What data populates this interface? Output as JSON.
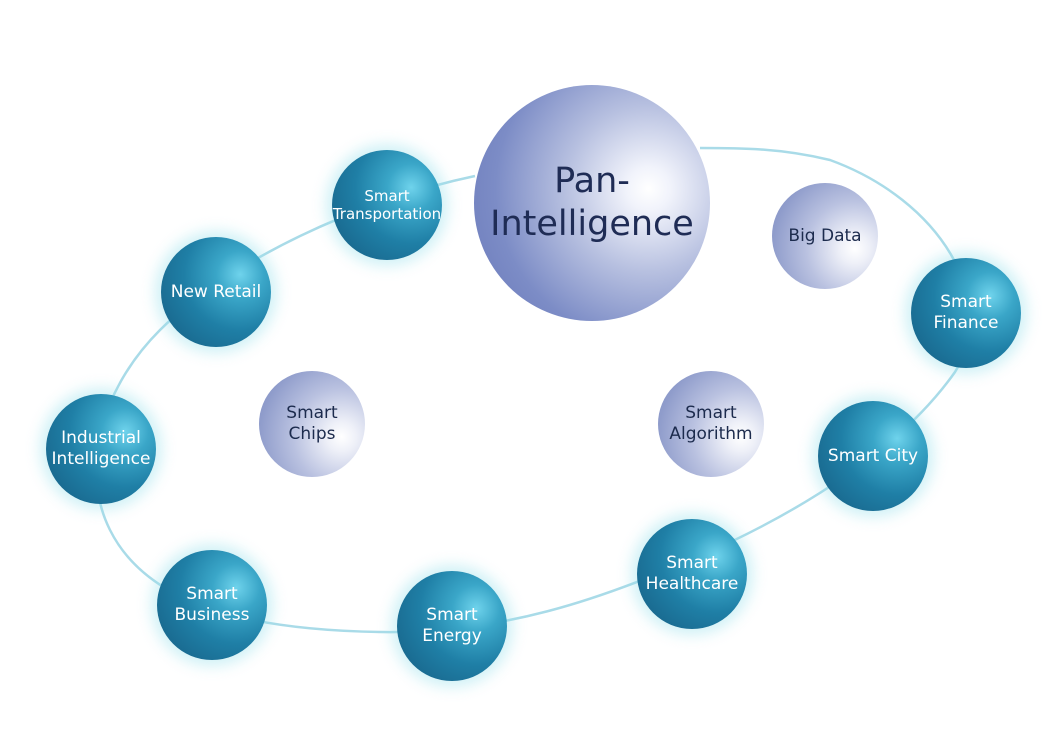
{
  "center": {
    "line1": "Pan-",
    "line2": "Intelligence"
  },
  "inner_nodes": {
    "big_data": "Big Data",
    "smart_chips": [
      "Smart",
      "Chips"
    ],
    "smart_algorithm": [
      "Smart",
      "Algorithm"
    ]
  },
  "ring_nodes": {
    "smart_transportation": [
      "Smart",
      "Transportation"
    ],
    "new_retail": "New Retail",
    "industrial_intelligence": [
      "Industrial",
      "Intelligence"
    ],
    "smart_business": [
      "Smart",
      "Business"
    ],
    "smart_energy": [
      "Smart",
      "Energy"
    ],
    "smart_healthcare": [
      "Smart",
      "Healthcare"
    ],
    "smart_city": "Smart City",
    "smart_finance": [
      "Smart",
      "Finance"
    ]
  },
  "colors": {
    "ring_stroke": "#a9dbe8",
    "ring_nodes": "#1f7fa6",
    "inner_nodes": "#9aa6d4",
    "text_dark": "#1c2b4d",
    "text_light": "#ffffff"
  }
}
